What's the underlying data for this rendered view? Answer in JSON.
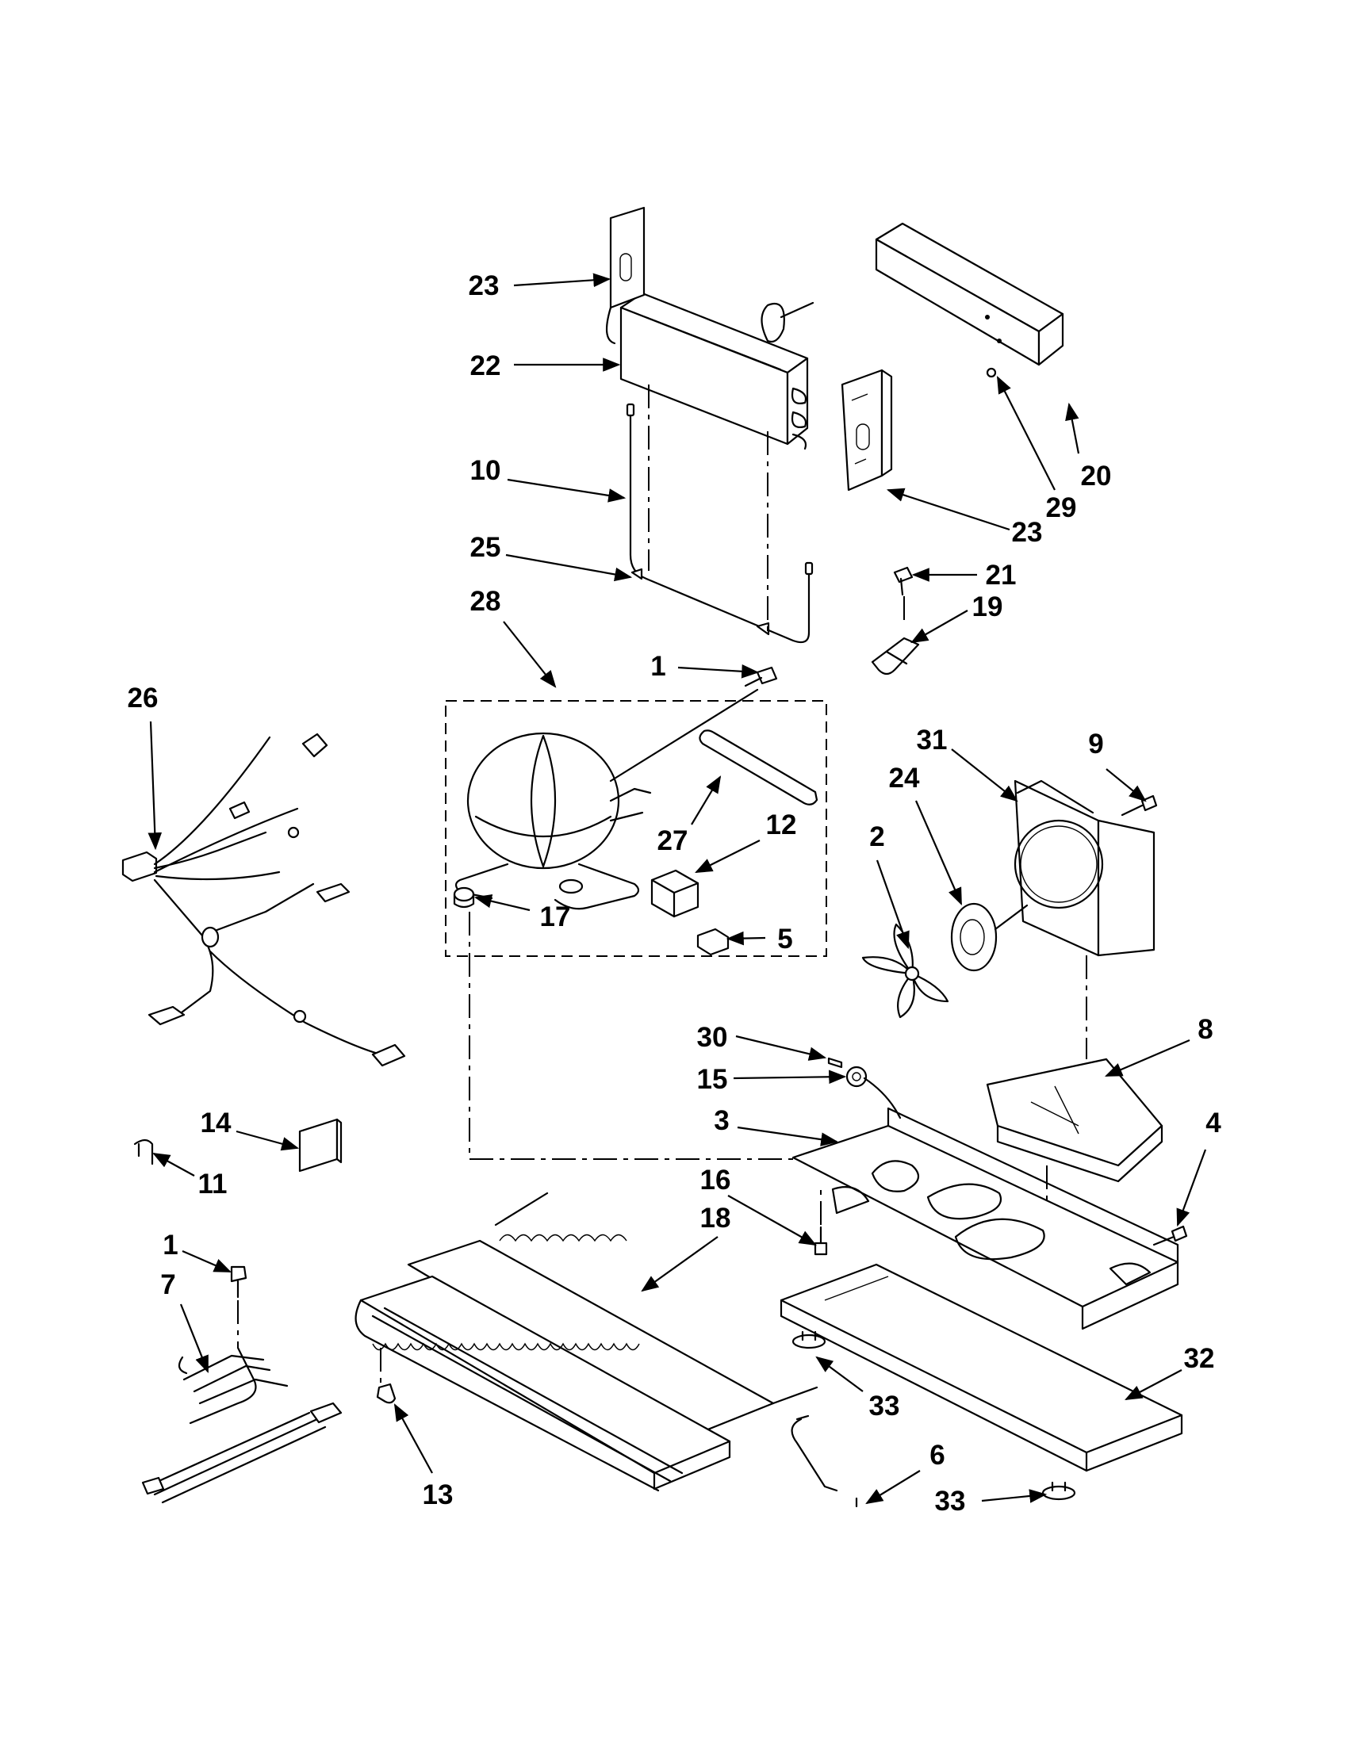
{
  "callouts": [
    {
      "id": "c23a",
      "label": "23"
    },
    {
      "id": "c22",
      "label": "22"
    },
    {
      "id": "c10",
      "label": "10"
    },
    {
      "id": "c25",
      "label": "25"
    },
    {
      "id": "c28",
      "label": "28"
    },
    {
      "id": "c1a",
      "label": "1"
    },
    {
      "id": "c20",
      "label": "20"
    },
    {
      "id": "c29",
      "label": "29"
    },
    {
      "id": "c23b",
      "label": "23"
    },
    {
      "id": "c21",
      "label": "21"
    },
    {
      "id": "c19",
      "label": "19"
    },
    {
      "id": "c26",
      "label": "26"
    },
    {
      "id": "c27",
      "label": "27"
    },
    {
      "id": "c12",
      "label": "12"
    },
    {
      "id": "c17",
      "label": "17"
    },
    {
      "id": "c5",
      "label": "5"
    },
    {
      "id": "c31",
      "label": "31"
    },
    {
      "id": "c9",
      "label": "9"
    },
    {
      "id": "c24",
      "label": "24"
    },
    {
      "id": "c2",
      "label": "2"
    },
    {
      "id": "c30",
      "label": "30"
    },
    {
      "id": "c15",
      "label": "15"
    },
    {
      "id": "c8",
      "label": "8"
    },
    {
      "id": "c3",
      "label": "3"
    },
    {
      "id": "c4",
      "label": "4"
    },
    {
      "id": "c14",
      "label": "14"
    },
    {
      "id": "c11",
      "label": "11"
    },
    {
      "id": "c16",
      "label": "16"
    },
    {
      "id": "c18",
      "label": "18"
    },
    {
      "id": "c1b",
      "label": "1"
    },
    {
      "id": "c7",
      "label": "7"
    },
    {
      "id": "c32",
      "label": "32"
    },
    {
      "id": "c33a",
      "label": "33"
    },
    {
      "id": "c6",
      "label": "6"
    },
    {
      "id": "c33b",
      "label": "33"
    },
    {
      "id": "c13",
      "label": "13"
    }
  ]
}
